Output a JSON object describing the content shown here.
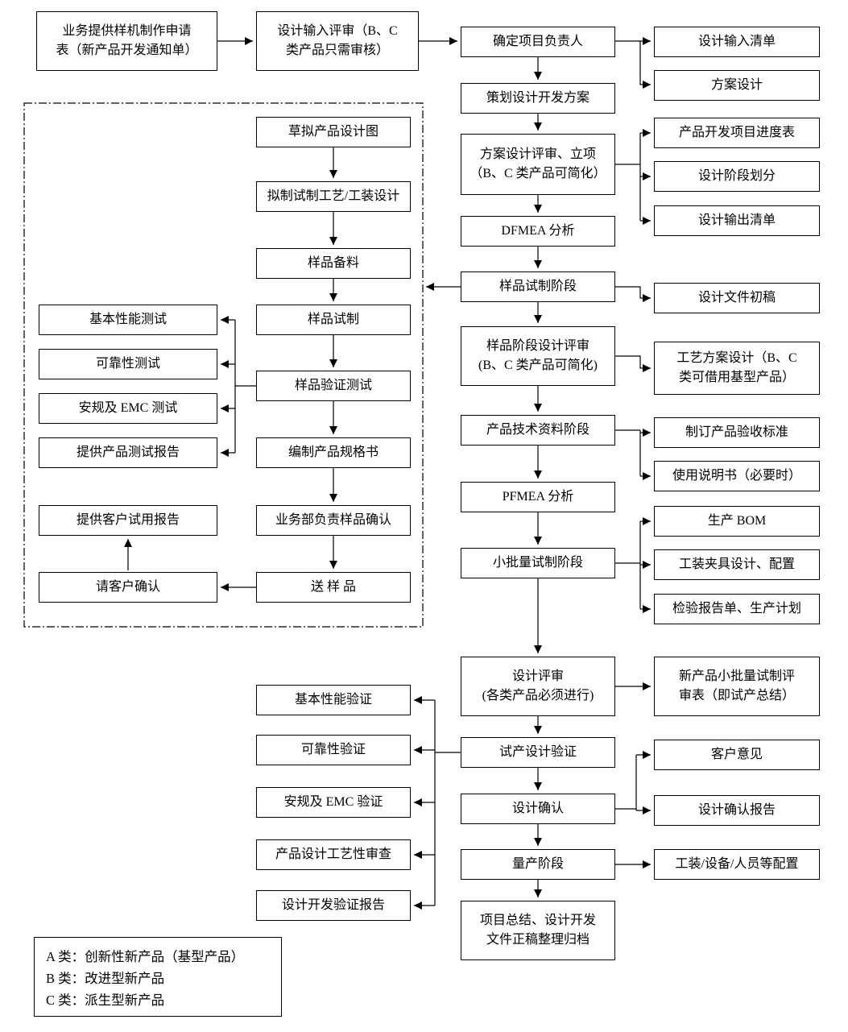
{
  "nodes": {
    "apply_form": "业务提供样机制作申请\n表（新产品开发通知单）",
    "design_input_review": "设计输入评审（B、C\n类产品只需审核）",
    "confirm_leader": "确定项目负责人",
    "plan_scheme": "策划设计开发方案",
    "scheme_review": "方案设计评审、立项\n（B、C 类产品可简化）",
    "dfmea": "DFMEA 分析",
    "sample_trial_stage": "样品试制阶段",
    "sample_stage_review": "样品阶段设计评审\n(B、C 类产品可简化)",
    "tech_docs_stage": "产品技术资料阶段",
    "pfmea": "PFMEA 分析",
    "small_batch_stage": "小批量试制阶段",
    "design_review": "设计评审\n(各类产品必须进行)",
    "trial_verification": "试产设计验证",
    "design_confirm": "设计确认",
    "mass_production": "量产阶段",
    "project_summary": "项目总结、设计开发\n文件正稿整理归档",
    "design_input_list": "设计输入清单",
    "scheme_design": "方案设计",
    "progress_table": "产品开发项目进度表",
    "stage_division": "设计阶段划分",
    "design_output_list": "设计输出清单",
    "design_doc_draft": "设计文件初稿",
    "process_scheme": "工艺方案设计（B、C\n类可借用基型产品）",
    "acceptance_standard": "制订产品验收标准",
    "manual": "使用说明书（必要时）",
    "production_bom": "生产 BOM",
    "fixture_config": "工装夹具设计、配置",
    "inspection_report": "检验报告单、生产计划",
    "small_batch_review_form": "新产品小批量试制评\n审表（即试产总结）",
    "customer_opinion": "客户意见",
    "confirm_report": "设计确认报告",
    "equipment_config": "工装/设备/人员等配置",
    "draft_design": "草拟产品设计图",
    "trial_process_design": "拟制试制工艺/工装设计",
    "sample_material": "样品备料",
    "sample_trial": "样品试制",
    "sample_verify_test": "样品验证测试",
    "spec_book": "编制产品规格书",
    "sample_confirm": "业务部负责样品确认",
    "send_sample": "送 样 品",
    "basic_perf_test": "基本性能测试",
    "reliability_test": "可靠性测试",
    "safety_emc_test": "安规及 EMC 测试",
    "test_report": "提供产品测试报告",
    "customer_trial_report": "提供客户试用报告",
    "customer_confirm": "请客户确认",
    "basic_perf_verify": "基本性能验证",
    "reliability_verify": "可靠性验证",
    "safety_emc_verify": "安规及 EMC 验证",
    "process_quality_review": "产品设计工艺性审查",
    "verify_report": "设计开发验证报告"
  },
  "legend": {
    "lines": [
      "A 类：创新性新产品（基型产品）",
      "B 类：改进型新产品",
      "C 类：派生型新产品"
    ]
  }
}
